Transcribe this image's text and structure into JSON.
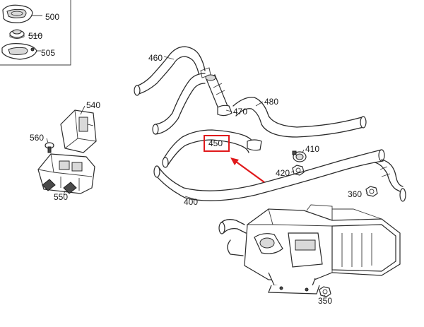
{
  "diagram": {
    "labels": {
      "p500": "500",
      "p510": "510",
      "p505": "505",
      "p460": "460",
      "p540": "540",
      "p560": "560",
      "p550": "550",
      "p470": "470",
      "p480": "480",
      "p450": "450",
      "p410": "410",
      "p420": "420",
      "p360": "360",
      "p400": "400",
      "p350": "350"
    },
    "highlighted_part": "450",
    "colors": {
      "highlight": "#e0191b",
      "line": "#2b2b2b",
      "background": "#ffffff"
    }
  }
}
